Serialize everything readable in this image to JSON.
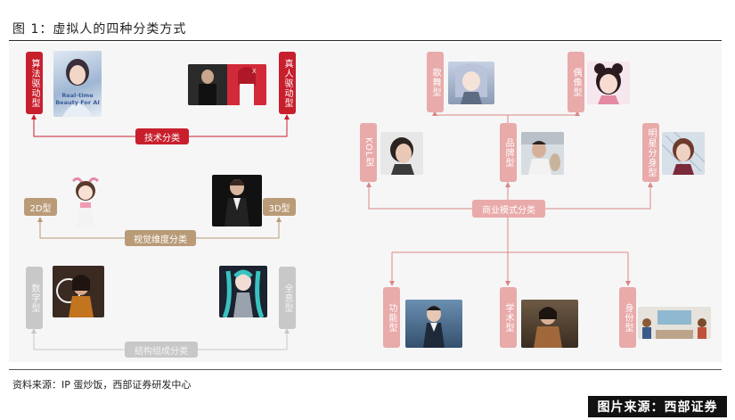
{
  "header": {
    "title": "图 1：虚拟人的四种分类方式"
  },
  "technical": {
    "left_label": "算法驱动型",
    "right_label": "真人驱动型",
    "center_label": "技术分类",
    "left_photo_text": "Real-time Beauty For AI"
  },
  "visual": {
    "left_label": "2D型",
    "right_label": "3D型",
    "center_label": "视觉维度分类"
  },
  "structure": {
    "left_label": "数字型",
    "right_label": "全息型",
    "center_label": "结构组成分类"
  },
  "commercial": {
    "center_label": "商业模式分类",
    "top_items": [
      "歌舞型",
      "偶像型"
    ],
    "mid_items": [
      "KOL型",
      "品牌型",
      "明星分身型"
    ],
    "bottom_items": [
      "功能型",
      "学术型",
      "身份型"
    ]
  },
  "colors": {
    "tech": "#c81f2d",
    "visual": "#b99b78",
    "structure": "#c8c8c8",
    "commercial": "#e9aaaa"
  },
  "footer": {
    "source": "资料来源：IP 蛋炒饭，西部证券研发中心"
  },
  "watermark": {
    "text": "图片来源：西部证券"
  }
}
